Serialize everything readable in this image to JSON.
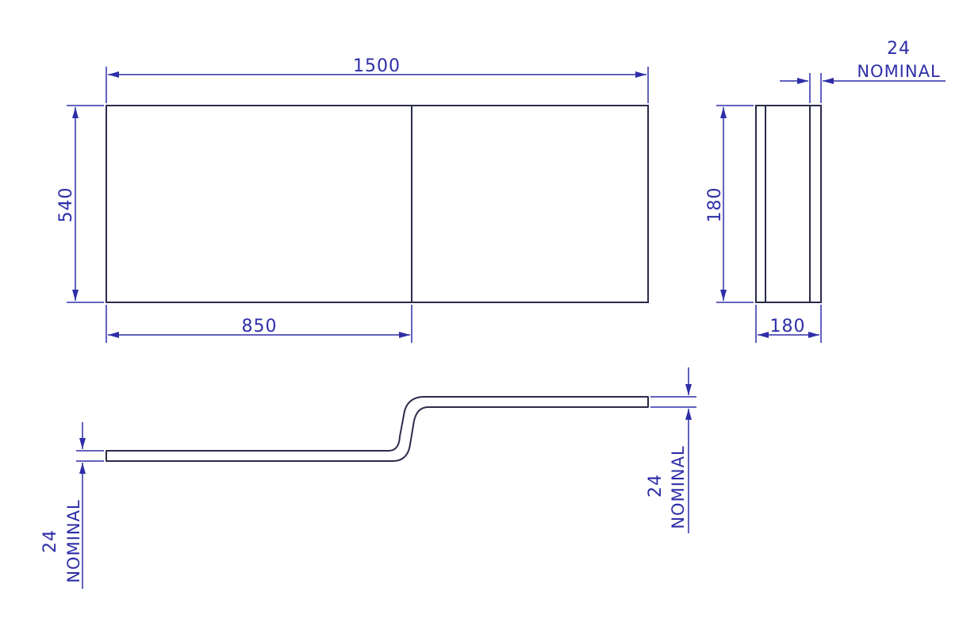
{
  "colors": {
    "outline": "#2b2b4a",
    "dimension": "#2e2ea8",
    "background": "#ffffff"
  },
  "front_view": {
    "overall_width": "1500",
    "height": "540",
    "section_width": "850"
  },
  "end_view": {
    "height": "180",
    "depth": "180",
    "thickness": "24",
    "thickness_note": "NOMINAL"
  },
  "plan_view": {
    "left_thickness": "24",
    "left_thickness_note": "NOMINAL",
    "right_thickness": "24",
    "right_thickness_note": "NOMINAL"
  }
}
